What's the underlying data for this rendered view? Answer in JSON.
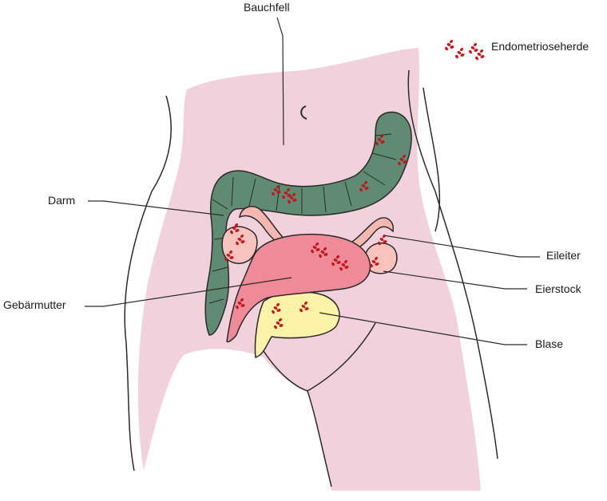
{
  "labels": {
    "bauchfell": "Bauchfell",
    "darm": "Darm",
    "gebaermutter": "Gebärmutter",
    "eileiter": "Eileiter",
    "eierstock": "Eierstock",
    "blase": "Blase"
  },
  "legend": {
    "label": "Endometrioseherde",
    "icon": "endometriosis-lesion-icon"
  },
  "colors": {
    "peritoneum": "#f1d2dc",
    "colon": "#5e8b72",
    "uterus": "#ef8b98",
    "fallopian_tube": "#f5b8b1",
    "ovary": "#f7c3bc",
    "bladder": "#fbf3a8",
    "lesion": "#c4161c",
    "outline": "#2a2a2a"
  }
}
